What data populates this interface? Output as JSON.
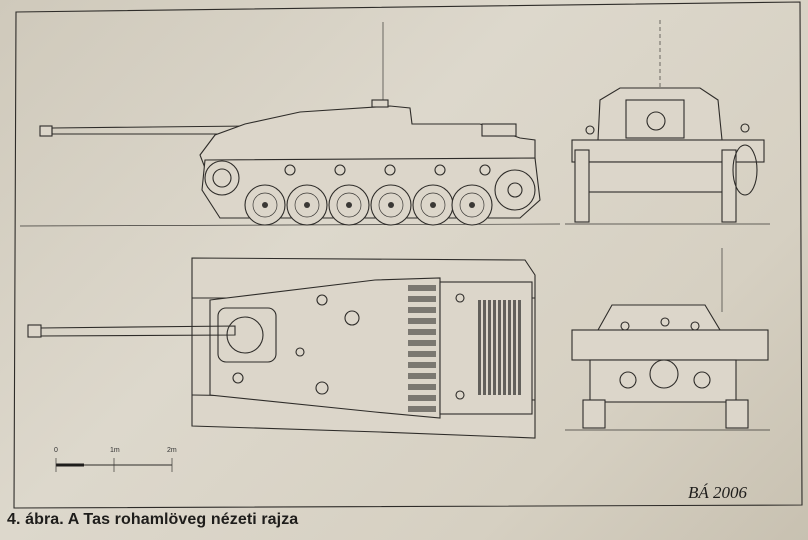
{
  "figure": {
    "caption": "4. ábra. A Tas rohamlöveg nézeti rajza",
    "signature": "BÁ 2006",
    "scale_bar": {
      "labels": [
        "0",
        "1m",
        "2m"
      ]
    },
    "views": [
      "side-view",
      "front-view",
      "top-view",
      "rear-view"
    ]
  }
}
